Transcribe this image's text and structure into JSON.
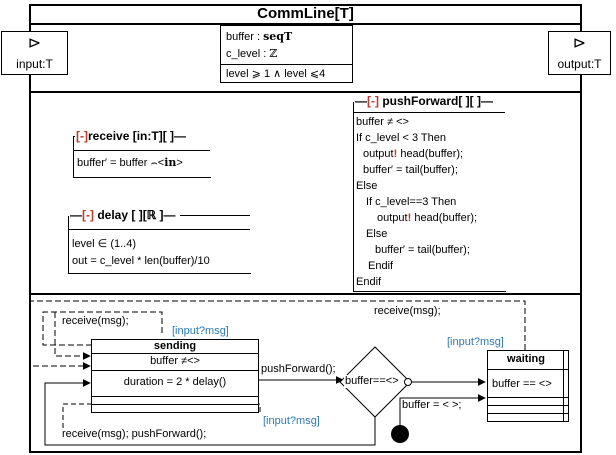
{
  "class": {
    "title": "CommLine[T]",
    "state_lines": [
      "buffer : ",
      "seqT",
      "c_level : ",
      "ℤ"
    ],
    "invariant": "level ⩾ 1 ∧ level ⩽4"
  },
  "ports": {
    "input": {
      "glyph": "⊳",
      "label": "input:T"
    },
    "output": {
      "glyph": "⊳",
      "label": "output:T"
    }
  },
  "operations": {
    "receive": {
      "marker": "[-]",
      "signature": "receive [in:T][ ]",
      "body": [
        "buffer′ = buffer ⌢<",
        "in",
        ">"
      ]
    },
    "delay": {
      "marker": "[-]",
      "signature": "delay [ ][ℝ ]",
      "body": [
        "level ∈ (1..4)",
        "out = c_level * len(buffer)/10"
      ]
    },
    "pushForward": {
      "marker": "[-]",
      "signature": "pushForward[ ][ ]",
      "body": [
        "buffer ≠ <>",
        "If c_level < 3 Then",
        "output",
        " head(buffer);",
        "buffer′ = tail(buffer);",
        "Else",
        "If c_level==3 Then",
        "output",
        " head(buffer);",
        "Else",
        "buffer′ = tail(buffer);",
        "Endif",
        "Endif"
      ],
      "bang": "!"
    }
  },
  "statechart": {
    "states": {
      "sending": {
        "name": "sending",
        "invariant": "buffer ≠<>",
        "action": "duration = 2 * delay()"
      },
      "waiting": {
        "name": "waiting",
        "invariant": "buffer == <>"
      }
    },
    "decision": {
      "label": "buffer==<>"
    },
    "labels": {
      "self_receive": "receive(msg);",
      "guard_input_1": "[input?msg]",
      "top_receive": "receive(msg);",
      "guard_input_2": "[input?msg]",
      "push_forward": "pushForward();",
      "buffer_empty": "buffer = < >;",
      "bottom_loop": "receive(msg); pushForward();",
      "guard_input_3": "[input?msg]"
    }
  },
  "colors": {
    "guard": "#2a7ab8",
    "marker": "#c0392b"
  }
}
